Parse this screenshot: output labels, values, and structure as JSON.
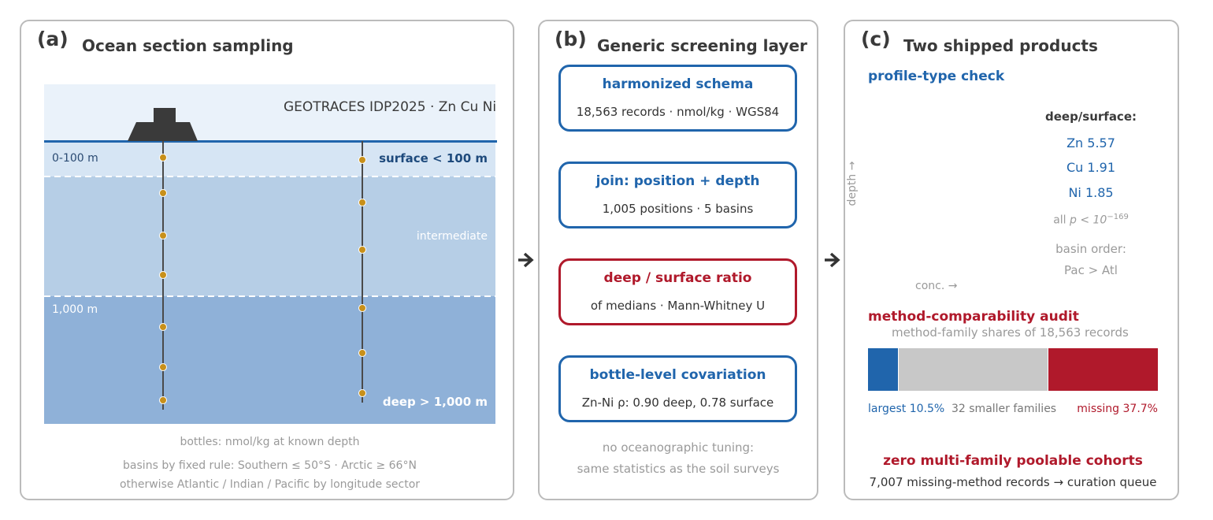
{
  "panel_a": {
    "label": "(a)",
    "title": "Ocean section sampling",
    "dataset": "GEOTRACES IDP2025 · Zn Cu Ni",
    "zone_labels": {
      "top": "0-100 m",
      "surface": "surface < 100 m",
      "intermediate": "intermediate",
      "mid_depth": "1,000 m",
      "deep": "deep > 1,000 m"
    },
    "notes": [
      "bottles: nmol/kg at known depth",
      "basins by fixed rule: Southern ≤ 50°S · Arctic ≥ 66°N",
      "otherwise Atlantic / Indian / Pacific by longitude sector"
    ],
    "colors": {
      "sky": "#eaf2fa",
      "surface": "#d6e5f4",
      "intermediate": "#b6cee6",
      "deep": "#8fb1d8",
      "ship": "#3a3a3a",
      "bottle": "#c8901a"
    }
  },
  "panel_b": {
    "label": "(b)",
    "title": "Generic screening layer",
    "steps": [
      {
        "title": "harmonized schema",
        "sub": "18,563 records · nmol/kg · WGS84"
      },
      {
        "title": "join: position + depth",
        "sub": "1,005 positions · 5 basins"
      },
      {
        "title": "deep / surface ratio",
        "sub": "of medians · Mann-Whitney U"
      },
      {
        "title": "bottle-level covariation",
        "sub": "Zn-Ni ρ: 0.90 deep, 0.78 surface"
      }
    ],
    "notes": [
      "no oceanographic tuning:",
      "same statistics as the soil surveys"
    ]
  },
  "panel_c": {
    "label": "(c)",
    "title": "Two shipped products",
    "profile": {
      "heading": "profile-type check",
      "xlabel": "conc. →",
      "ylabel": "depth →",
      "ratio_heading": "deep/surface:",
      "ratios": [
        "Zn 5.57",
        "Cu 1.91",
        "Ni 1.85"
      ],
      "pvalue_prefix": "all ",
      "pvalue": "p < 10",
      "pvalue_exp": "−169",
      "basin_order_label": "basin order:",
      "basin_order": "Pac > Atl"
    },
    "audit": {
      "heading": "method-comparability audit",
      "subtitle": "method-family shares of 18,563 records",
      "shares": [
        {
          "label": "largest 10.5%",
          "value": 10.5,
          "color": "#2065ac"
        },
        {
          "label": "32 smaller families",
          "value": 51.8,
          "color": "#c8c8c8"
        },
        {
          "label": "missing 37.7%",
          "value": 37.7,
          "color": "#b0192b"
        }
      ],
      "conclusion": "zero multi-family poolable cohorts",
      "queue_left": "7,007 missing-method records",
      "queue_arrow": "→",
      "queue_right": "curation queue"
    }
  },
  "colors": {
    "blue": "#2065ac",
    "red": "#b0192b",
    "border": "#bbbbbb",
    "grey": "#9a9a9a"
  }
}
